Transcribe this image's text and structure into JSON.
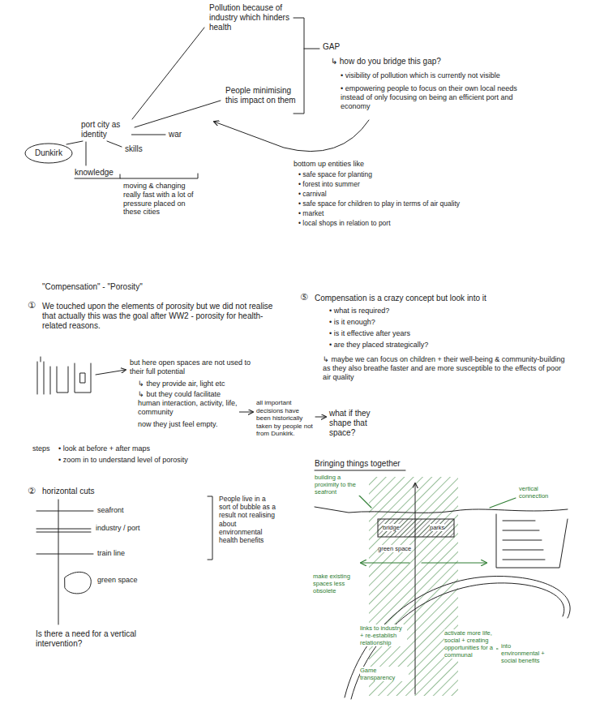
{
  "diagram": {
    "nodes": [
      {
        "text": [
          "Dunkirk"
        ]
      }
    ],
    "labels": [
      "Pollution because of industry which hinders health",
      "People minimising this impact on them",
      "GAP",
      "↳ how do you bridge this gap?",
      "• visibility of pollution which is currently not visible",
      "• empowering people to focus on their own local needs instead of only focusing on being an efficient port and economy",
      "port city as identity",
      "skills",
      "war",
      "knowledge",
      "moving & changing really fast with a lot of pressure placed on these cities",
      "bottom up entities like",
      "• safe space for planting",
      "• forest into summer",
      "• carnival",
      "• safe space for children to play in terms of air quality",
      "• market",
      "• local shops in relation to port",
      "\"Compensation\" - \"Porosity\"",
      "①",
      "We touched upon the elements of porosity but we did not realise that actually this was the goal after WW2 - porosity for health-related reasons.",
      "but here open spaces are not used to their full potential",
      "↳ they provide air, light etc",
      "↳ but they could facilitate human interaction, activity, life, community",
      "now they just feel empty.",
      "all important decisions have been historically taken by people not from Dunkirk.",
      "what if they shape that space?",
      "steps",
      "• look at before + after maps",
      "• zoom in to understand level of porosity",
      "⑤",
      "Compensation is a crazy concept but look into it",
      "• what is required?",
      "• is it enough?",
      "• is it effective after years",
      "• are they placed strategically?",
      "↳ maybe we can focus on children + their well-being & community-building as they also breathe faster and are more susceptible to the effects of poor air quality",
      "②",
      "horizontal cuts",
      "seafront",
      "industry / port",
      "train line",
      "green space",
      "People live in a sort of bubble as a result not realising about environmental health benefits",
      "Is there a need for a vertical intervention?",
      "Bringing things together",
      "building a proximity to the seafront",
      "vertical connection",
      "bridge",
      "parks",
      "green space",
      "make existing spaces less obsolete",
      "links to industry + re-establish relationship",
      "Game transparency",
      "activate more life, social + creating opportunities for a communal",
      "into environmental + social benefits"
    ]
  }
}
